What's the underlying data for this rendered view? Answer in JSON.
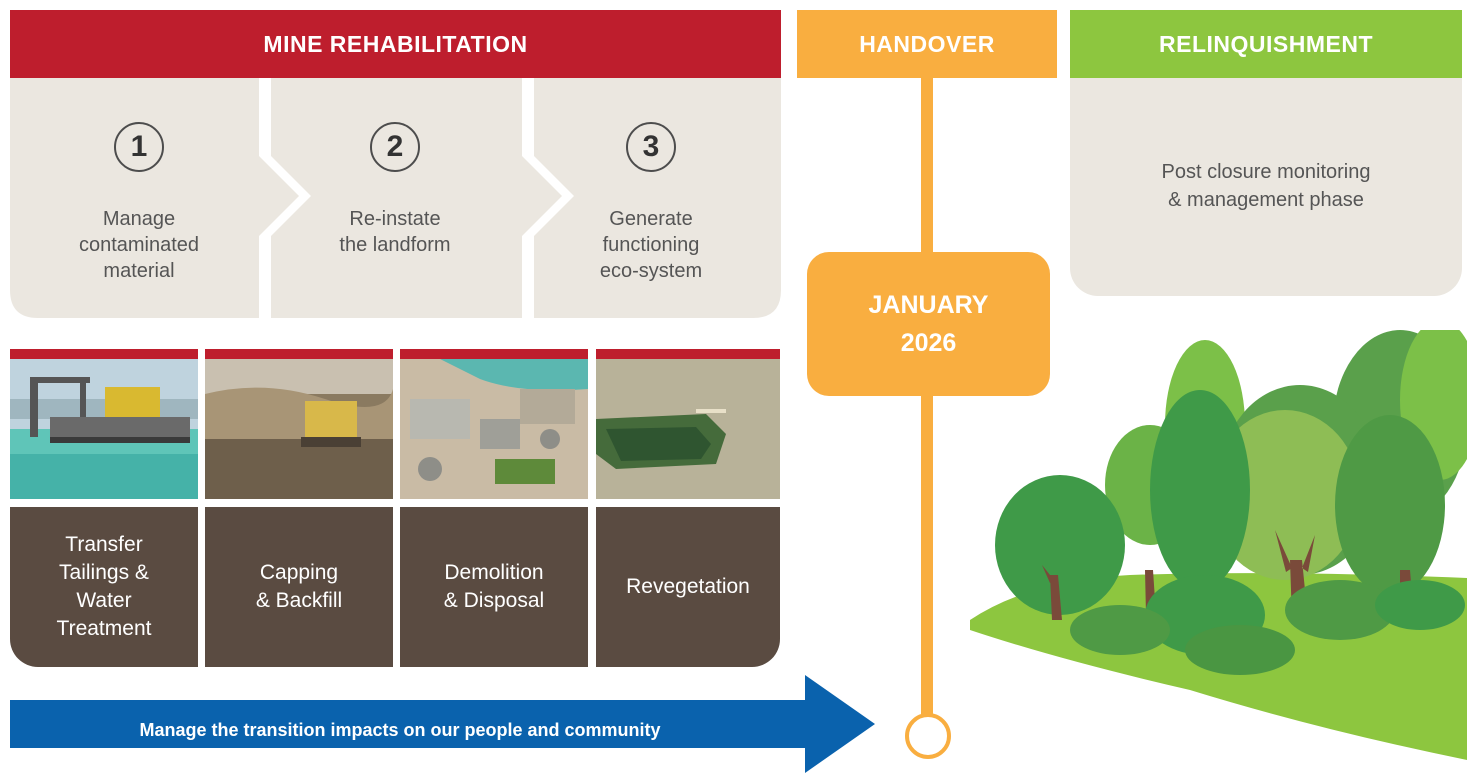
{
  "headers": {
    "mine_rehabilitation": "MINE REHABILITATION",
    "handover": "HANDOVER",
    "relinquishment": "RELINQUISHMENT"
  },
  "steps": [
    {
      "number": "1",
      "text": "Manage\ncontaminated\nmaterial"
    },
    {
      "number": "2",
      "text": "Re-instate\nthe landform"
    },
    {
      "number": "3",
      "text": "Generate\nfunctioning\neco-system"
    }
  ],
  "relinquishment_text": "Post closure monitoring\n& management phase",
  "handover_date": {
    "line1": "JANUARY",
    "line2": "2026"
  },
  "activities": [
    "Transfer\nTailings &\nWater\nTreatment",
    "Capping\n& Backfill",
    "Demolition\n& Disposal",
    "Revegetation"
  ],
  "arrow_text": "Manage the transition impacts on our people and community",
  "colors": {
    "red": "#be1e2d",
    "orange": "#f9ae40",
    "green": "#8dc63f",
    "beige": "#ebe7e0",
    "brown": "#5a4b41",
    "blue": "#0a62ad"
  }
}
